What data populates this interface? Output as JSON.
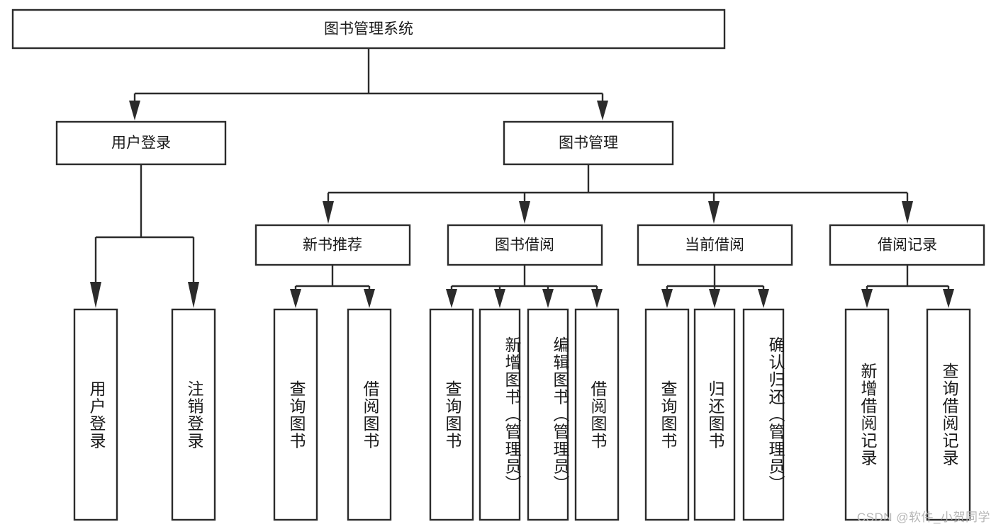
{
  "diagram": {
    "type": "hierarchy-tree",
    "title": "图书管理系统",
    "orientation": "top-down",
    "colors": {
      "stroke": "#2b2b2b",
      "box_fill": "#ffffff",
      "text": "#1a1a1a",
      "background": "#ffffff",
      "watermark": "#b6b6b6"
    },
    "levels": {
      "root": {
        "label": "图书管理系统"
      },
      "level2": [
        {
          "label": "用户登录"
        },
        {
          "label": "图书管理"
        }
      ],
      "level3": [
        {
          "label": "新书推荐"
        },
        {
          "label": "图书借阅"
        },
        {
          "label": "当前借阅"
        },
        {
          "label": "借阅记录"
        }
      ]
    },
    "groups": [
      {
        "parent": "用户登录",
        "leaves": [
          {
            "label": "用户登录"
          },
          {
            "label": "注销登录"
          }
        ]
      },
      {
        "parent": "新书推荐",
        "leaves": [
          {
            "label": "查询图书"
          },
          {
            "label": "借阅图书"
          }
        ]
      },
      {
        "parent": "图书借阅",
        "leaves": [
          {
            "label": "查询图书"
          },
          {
            "label": "新增图书（管理员）"
          },
          {
            "label": "编辑图书（管理员）"
          },
          {
            "label": "借阅图书"
          }
        ]
      },
      {
        "parent": "当前借阅",
        "leaves": [
          {
            "label": "查询图书"
          },
          {
            "label": "归还图书"
          },
          {
            "label": "确认归还（管理员）"
          }
        ]
      },
      {
        "parent": "借阅记录",
        "leaves": [
          {
            "label": "新增借阅记录"
          },
          {
            "label": "查询借阅记录"
          }
        ]
      }
    ]
  },
  "watermark": {
    "text": "CSDN @软件_小贺同学"
  }
}
